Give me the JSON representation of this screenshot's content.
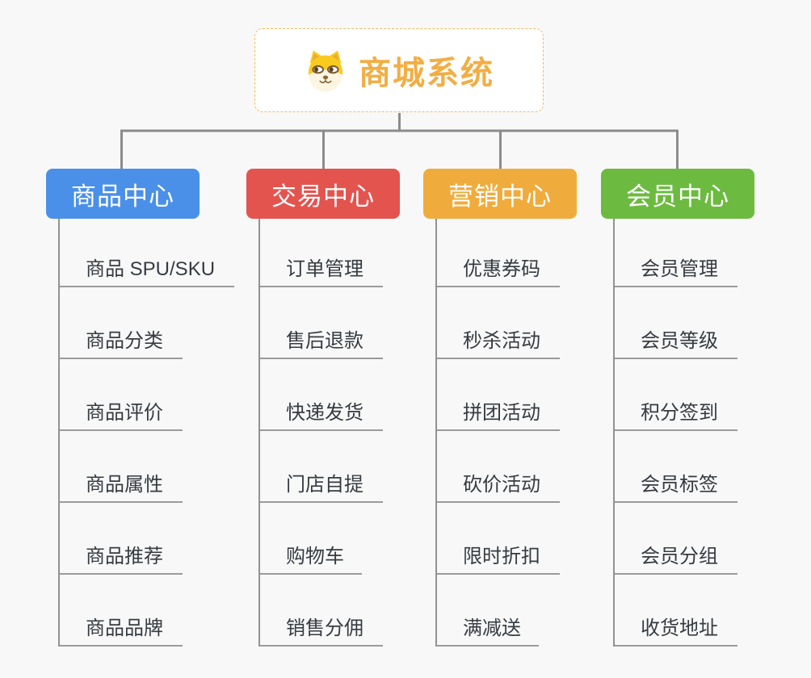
{
  "background": "#f8f8f8",
  "connector_color": "#8c8c8c",
  "root": {
    "title": "商城系统",
    "icon": "shiba-dog-icon",
    "accent_color": "#f2ae44",
    "border_color": "#f2bb5e"
  },
  "branches": [
    {
      "label": "商品中心",
      "color": "#4a90e8",
      "items": [
        "商品 SPU/SKU",
        "商品分类",
        "商品评价",
        "商品属性",
        "商品推荐",
        "商品品牌"
      ]
    },
    {
      "label": "交易中心",
      "color": "#e4544f",
      "items": [
        "订单管理",
        "售后退款",
        "快递发货",
        "门店自提",
        "购物车",
        "销售分佣"
      ]
    },
    {
      "label": "营销中心",
      "color": "#efac3d",
      "items": [
        "优惠券码",
        "秒杀活动",
        "拼团活动",
        "砍价活动",
        "限时折扣",
        "满减送"
      ]
    },
    {
      "label": "会员中心",
      "color": "#6cbb40",
      "items": [
        "会员管理",
        "会员等级",
        "积分签到",
        "会员标签",
        "会员分组",
        "收货地址"
      ]
    }
  ]
}
